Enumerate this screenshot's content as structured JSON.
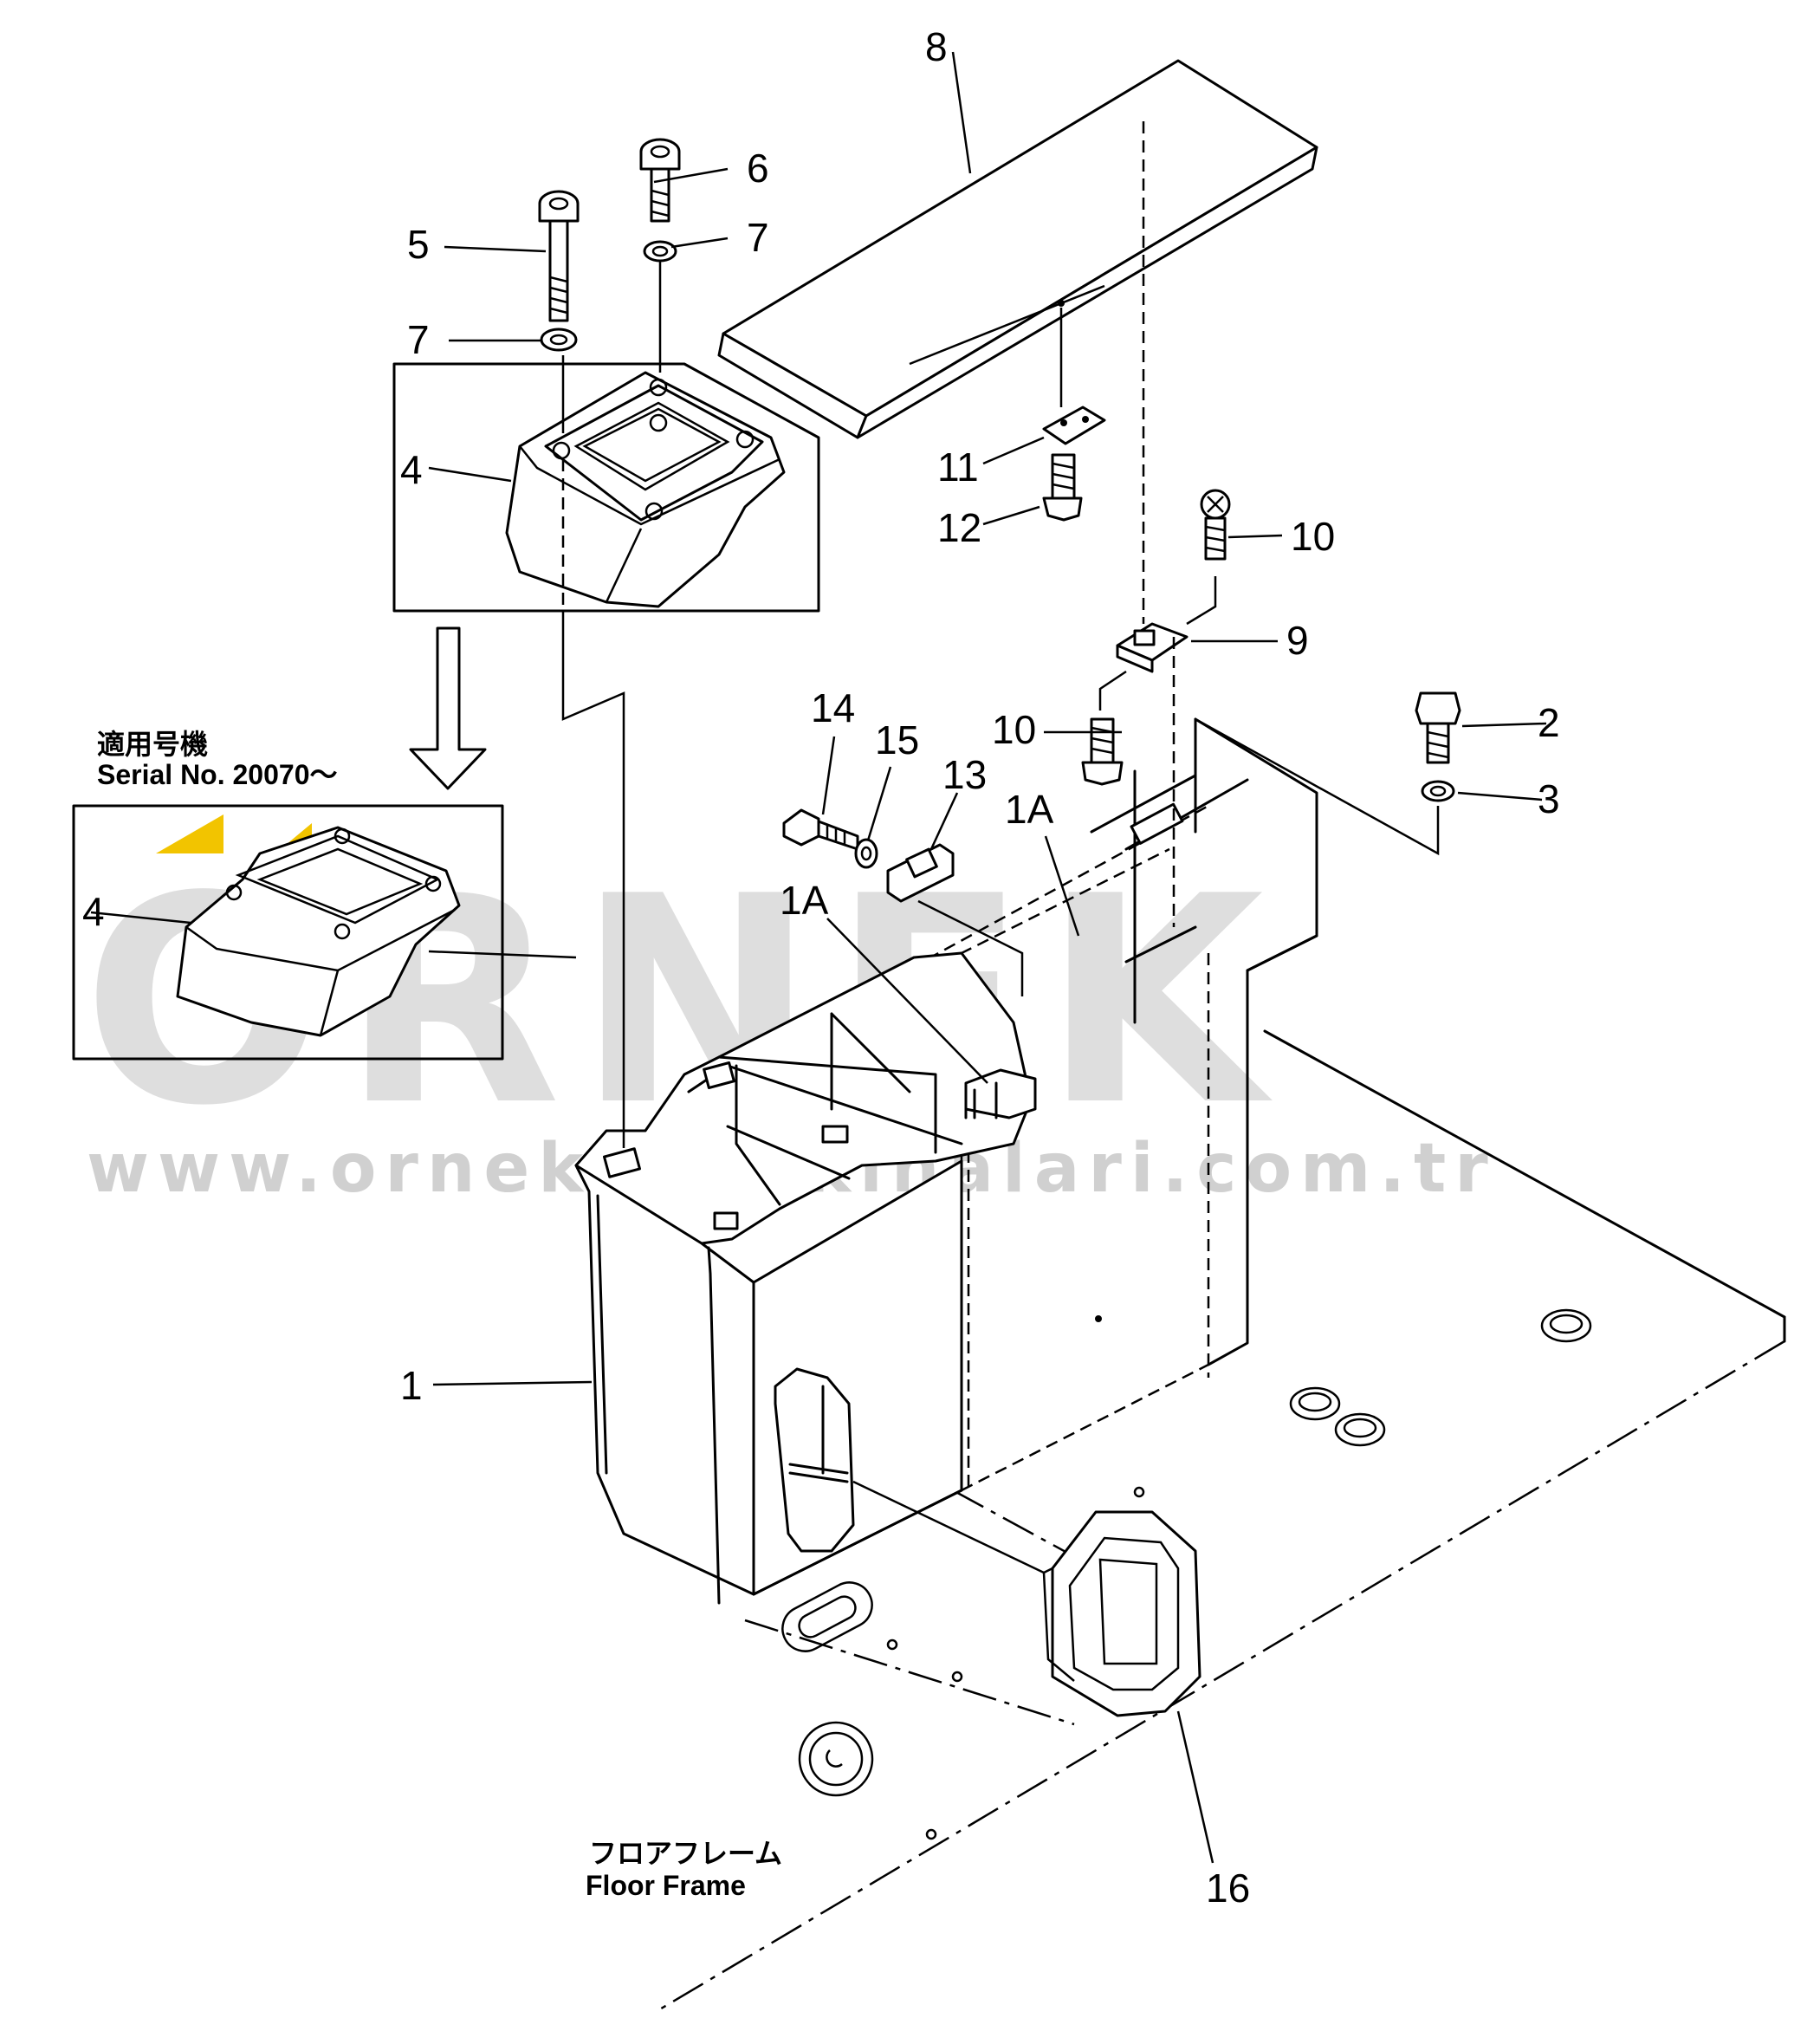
{
  "watermark": {
    "brand": "ORNEK",
    "url": "www.ornekismakinalari.com.tr",
    "accent_color": "#f2c400"
  },
  "labels": {
    "p1": "1",
    "p1a_upper": "1A",
    "p1a_lower": "1A",
    "p2": "2",
    "p3": "3",
    "p4": "4",
    "p4_inset": "4",
    "p5": "5",
    "p6": "6",
    "p7_left": "7",
    "p7_right": "7",
    "p8": "8",
    "p9": "9",
    "p10_upper": "10",
    "p10_lower": "10",
    "p11": "11",
    "p12": "12",
    "p13": "13",
    "p14": "14",
    "p15": "15",
    "p16": "16"
  },
  "inset": {
    "title_jp": "適用号機",
    "title_en": "Serial No. 20070～"
  },
  "floor_frame": {
    "label_jp": "フロアフレーム",
    "label_en": "Floor Frame"
  }
}
